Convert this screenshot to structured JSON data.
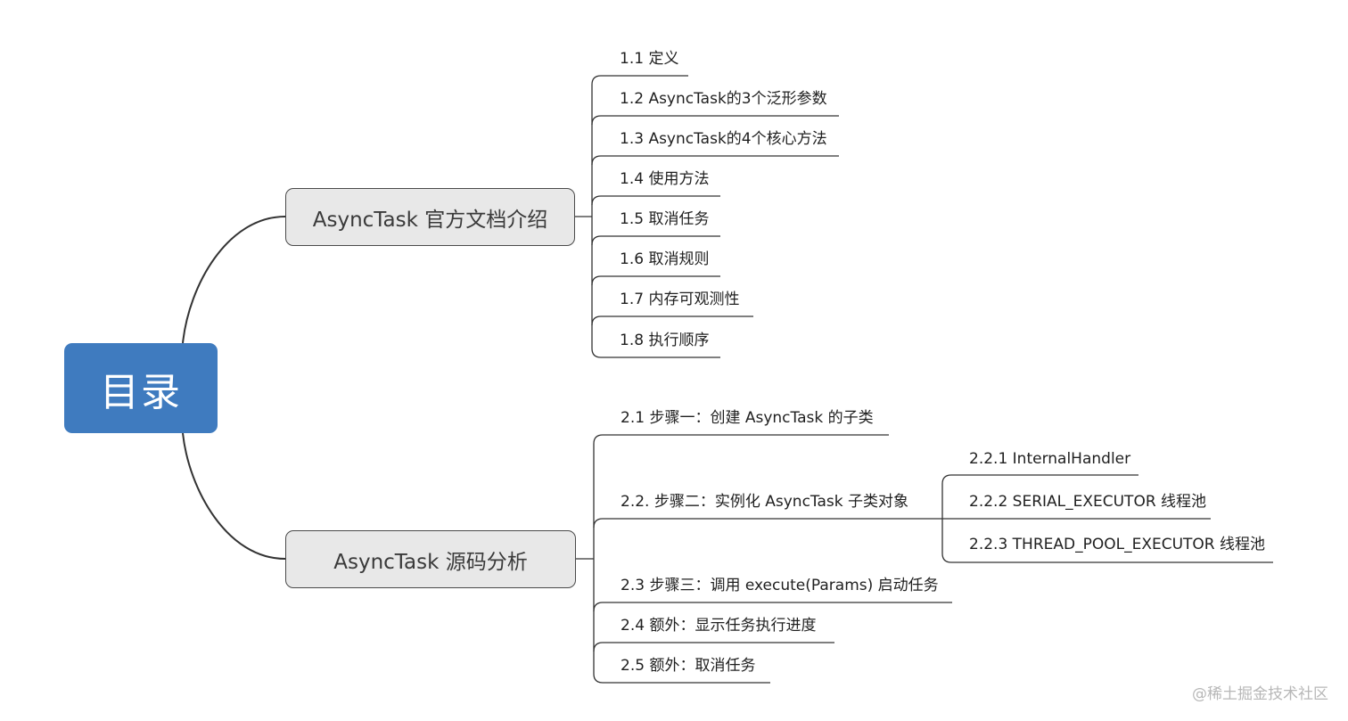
{
  "root": {
    "label": "目录"
  },
  "branches": [
    {
      "label": "AsyncTask 官方文档介绍",
      "items": [
        "1.1 定义",
        "1.2 AsyncTask的3个泛形参数",
        "1.3 AsyncTask的4个核心方法",
        "1.4 使用方法",
        "1.5 取消任务",
        "1.6 取消规则",
        "1.7 内存可观测性",
        "1.8 执行顺序"
      ]
    },
    {
      "label": "AsyncTask 源码分析",
      "items": [
        "2.1 步骤一：创建 AsyncTask 的子类",
        "2.2. 步骤二：实例化 AsyncTask 子类对象",
        "2.3 步骤三：调用 execute(Params) 启动任务",
        "2.4 额外：显示任务执行进度",
        "2.5 额外：取消任务"
      ],
      "sub_items": [
        "2.2.1 InternalHandler",
        "2.2.2 SERIAL_EXECUTOR 线程池",
        "2.2.3 THREAD_POOL_EXECUTOR 线程池"
      ]
    }
  ],
  "watermark": "@稀土掘金技术社区",
  "colors": {
    "root_fill": "#3f7bbf",
    "branch_fill": "#e8e8e8",
    "line": "#333333",
    "watermark": "#b7b7b7"
  }
}
